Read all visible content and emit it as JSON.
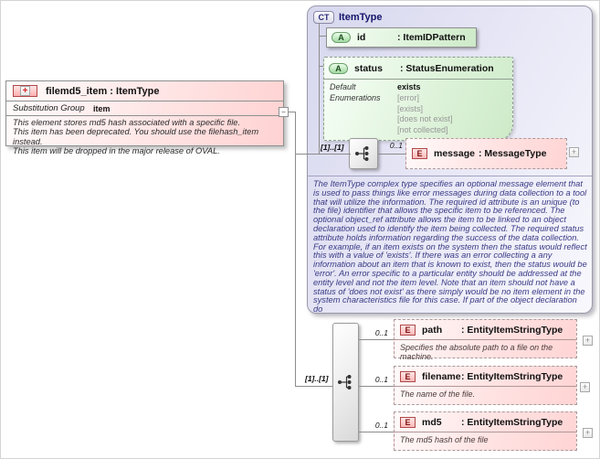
{
  "icons": {
    "element_badge": "E",
    "attribute_badge": "A",
    "complex_type_badge": "CT",
    "plus_glyph": "+",
    "expand_glyph": "+",
    "collapse_glyph": "−"
  },
  "filemd5_item": {
    "title": "filemd5_item : ItemType",
    "substitution_group_label": "Substitution Group",
    "substitution_group_value": "item",
    "doc_lines": [
      "This element stores md5 hash associated with a specific file.",
      "This item has been deprecated. You should use the filehash_item instead.",
      "This item will be dropped in the major release of OVAL."
    ]
  },
  "item_type": {
    "title": "ItemType",
    "id_attribute": {
      "name": "id",
      "type": ": ItemIDPattern"
    },
    "status_attribute": {
      "name": "status",
      "type": ": StatusEnumeration",
      "facet_labels": [
        "Default",
        "Enumerations"
      ],
      "default_value": "exists",
      "enumerations": [
        "[error]",
        "[exists]",
        "[does not exist]",
        "[not collected]"
      ]
    },
    "sequence_cardinality": "[1]..[1]",
    "message_element": {
      "cardinality": "0..1",
      "name": "message",
      "type": ": MessageType"
    },
    "documentation": "The ItemType complex type specifies an optional message element that is used to pass things like error messages during data collection to a tool that will utilize the information. The required id attribute is an unique (to the file) identifier that allows the specific item to be referenced. The optional object_ref attribute allows the item to be linked to an object declaration used to identify the item being collected. The required status attribute holds information regarding the success of the data collection. For example, if an item exists on the system then the status would reflect this with a value of 'exists'. If there was an error collecting a any information about an item that is known to exist, then the status would be 'error'. An error specific to a particular entity should be addressed at the entity level and not the item level. Note that an item should not have a status of 'does not exist' as there simply would be no item element in the system characteristics file for this case. If part of the object declaration do"
  },
  "content_model": {
    "sequence_cardinality": "[1]..[1]",
    "elements": [
      {
        "cardinality": "0..1",
        "name": "path",
        "type": ": EntityItemStringType",
        "doc": "Specifies the absolute path to a file on the machine."
      },
      {
        "cardinality": "0..1",
        "name": "filename",
        "type": ": EntityItemStringType",
        "doc": "The name of the file."
      },
      {
        "cardinality": "0..1",
        "name": "md5",
        "type": ": EntityItemStringType",
        "doc": "The md5 hash of the file"
      }
    ]
  },
  "colors": {
    "element_fill": "#ffd8d8",
    "attribute_fill": "#cfeccb",
    "complex_type_fill": "#dcdcf1",
    "connector": "#8c8c8c"
  }
}
